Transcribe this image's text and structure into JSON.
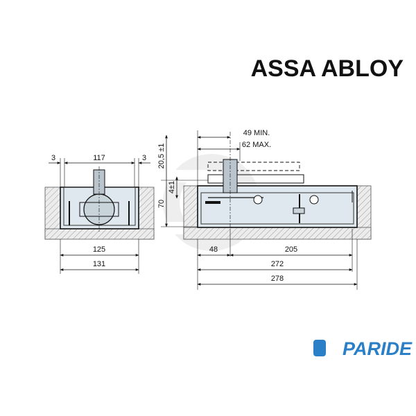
{
  "brand": {
    "top_logo": "ASSA ABLOY",
    "bottom_logo": "PARIDE"
  },
  "colors": {
    "logo_blue": "#2a7fc6",
    "wall_fill": "#e8e8e8",
    "box_fill": "#dfe8ee",
    "line": "#111111"
  },
  "dimensions": {
    "left_view": {
      "gap_left": "3",
      "width_top": "117",
      "gap_right": "3",
      "width_mid": "125",
      "width_bottom": "131"
    },
    "right_view": {
      "min": "49 MIN.",
      "max": "62 MAX.",
      "depth_adj": "20,5 ±1",
      "height": "70",
      "small": "4±1",
      "offset": "48",
      "length_a": "205",
      "length_b": "272",
      "total": "278"
    }
  }
}
